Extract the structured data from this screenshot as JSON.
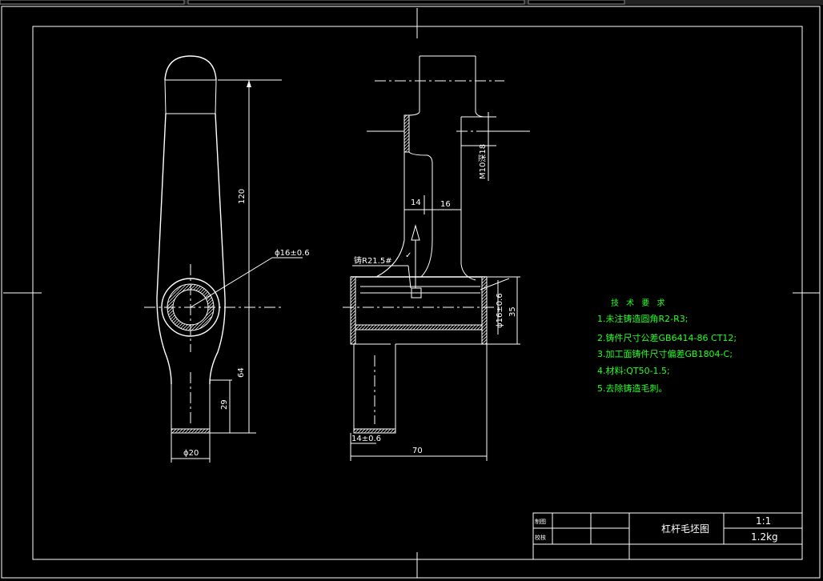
{
  "window": {
    "tabs": [
      "",
      "",
      ""
    ]
  },
  "dimensions": {
    "total_height": "120",
    "bore_dia": "ϕ16±0.6",
    "lower_length": "64",
    "tip_length": "29",
    "tip_dia": "ϕ20",
    "fillet_note": "铸R21.5#",
    "thread": "M10深18",
    "wall_a": "14",
    "wall_b": "16",
    "bore_dia_side": "ϕ16±0.6",
    "boss_len": "35",
    "base_wall": "14±0.6",
    "overall_width": "70"
  },
  "tech_requirements": {
    "heading": "技 术 要 求",
    "items": [
      "1.未注铸造圆角R2-R3;",
      "2.铸件尺寸公差GB6414-86   CT12;",
      "3.加工面铸件尺寸偏差GB1804-C;",
      "4.材料:QT50-1.5;",
      "5.去除铸造毛刺。"
    ]
  },
  "title_block": {
    "label_a": "制图",
    "label_b": "校核",
    "title": "杠杆毛坯图",
    "scale": "1:1",
    "weight": "1.2kg"
  }
}
